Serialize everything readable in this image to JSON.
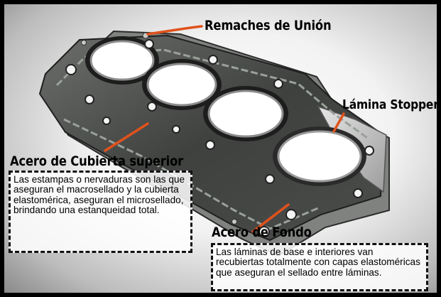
{
  "callouts": {
    "rivets": {
      "title": "Remaches de Unión"
    },
    "stopper": {
      "title": "Lámina Stopper"
    },
    "top_cover": {
      "title": "Acero de Cubierta superior",
      "description": "Las estampas o nervaduras son las que aseguran el macrosellado y la cubierta elastomérica, aseguran el microsellado, brindando una estanqueidad total."
    },
    "bottom": {
      "title": "Acero de Fondo",
      "description": "Las láminas de base e interiores van recubiertas totalmente con capas elastoméricas que aseguran el sellado entre láminas."
    }
  },
  "colors": {
    "leader_line": "#e0521c",
    "frame": "#000000",
    "text": "#000000"
  }
}
